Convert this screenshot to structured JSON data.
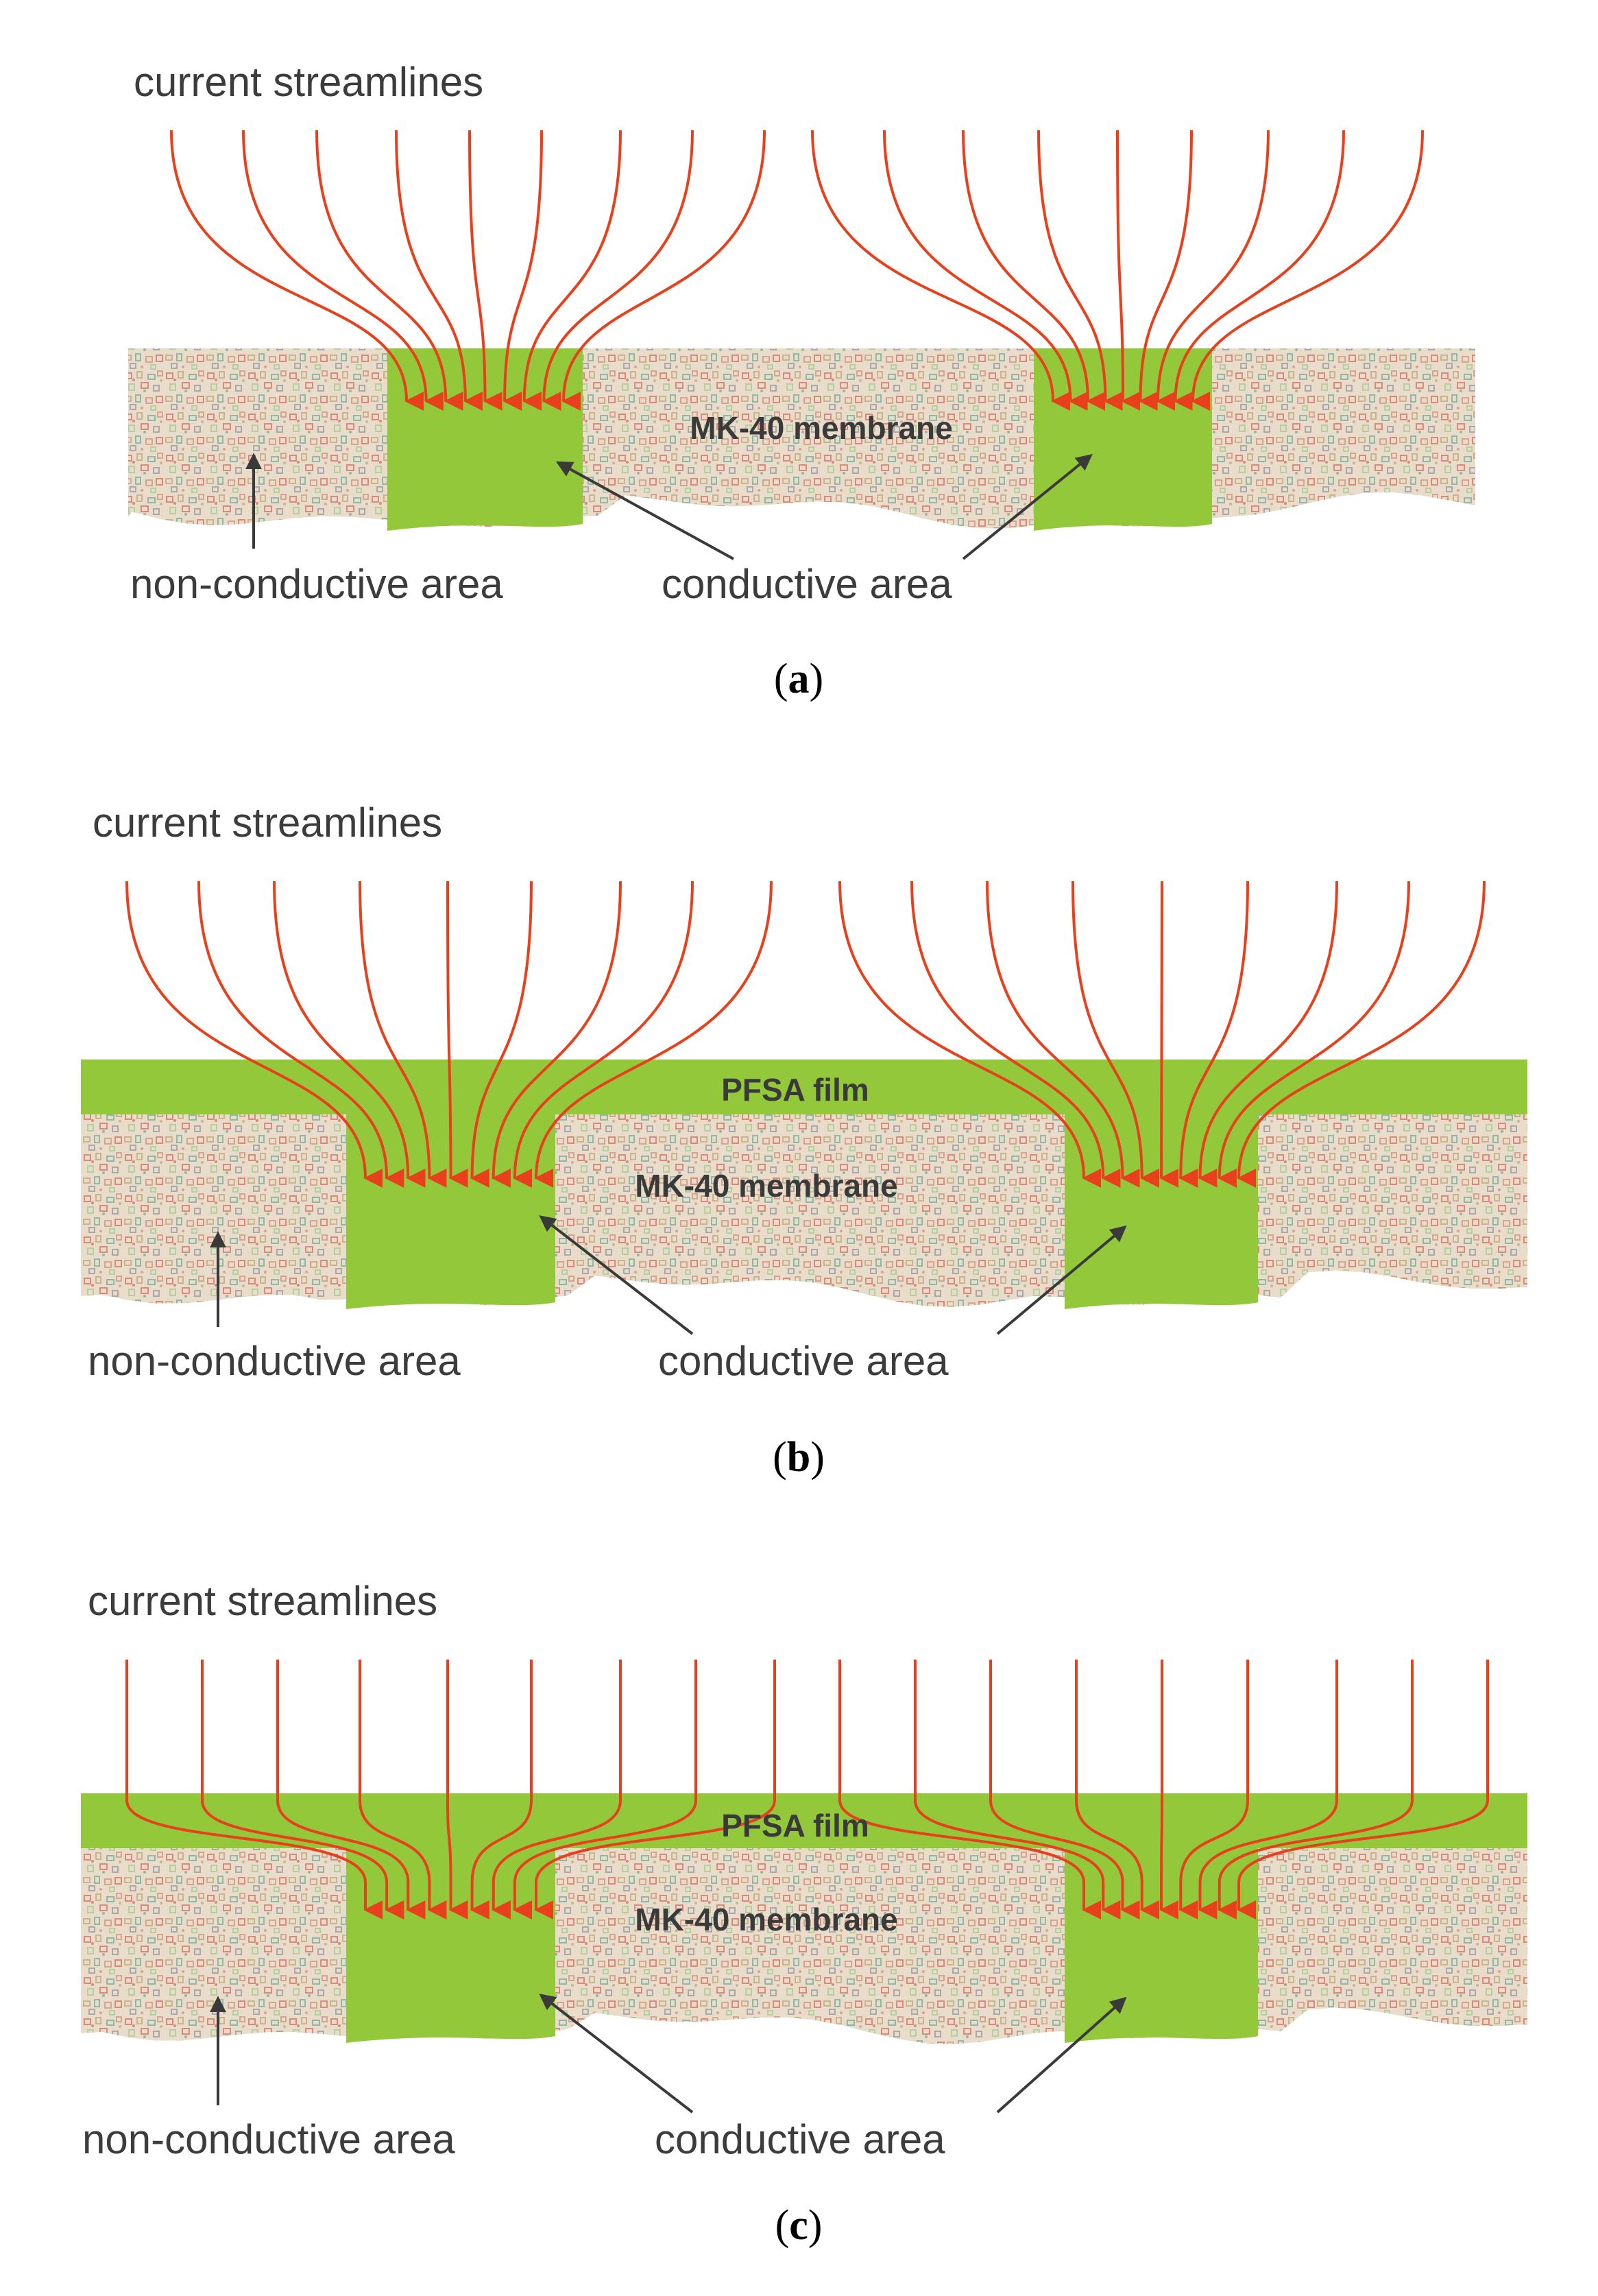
{
  "colors": {
    "streamline": "#e8401c",
    "conductive": "#93c83a",
    "membrane_base": "#e9dccb",
    "membrane_specks": [
      "#d98a7a",
      "#c9b48e",
      "#8fb9a4",
      "#b5d0a0",
      "#d6a58e",
      "#a9a9a9"
    ],
    "arrow": "#3a3a3a",
    "text": "#3c3c3c"
  },
  "panels": [
    {
      "id": "a",
      "title": "current streamlines",
      "membrane_label": "MK-40 membrane",
      "film_label": "",
      "non_conductive_label": "non-conductive area",
      "conductive_label": "conductive area",
      "caption_open": "(",
      "caption_letter": "a",
      "caption_close": ")"
    },
    {
      "id": "b",
      "title": "current streamlines",
      "membrane_label": "MK-40 membrane",
      "film_label": "PFSA film",
      "non_conductive_label": "non-conductive area",
      "conductive_label": "conductive area",
      "caption_open": "(",
      "caption_letter": "b",
      "caption_close": ")"
    },
    {
      "id": "c",
      "title": "current streamlines",
      "membrane_label": "MK-40 membrane",
      "film_label": "PFSA film",
      "non_conductive_label": "non-conductive area",
      "conductive_label": "conductive area",
      "caption_open": "(",
      "caption_letter": "c",
      "caption_close": ")"
    }
  ]
}
